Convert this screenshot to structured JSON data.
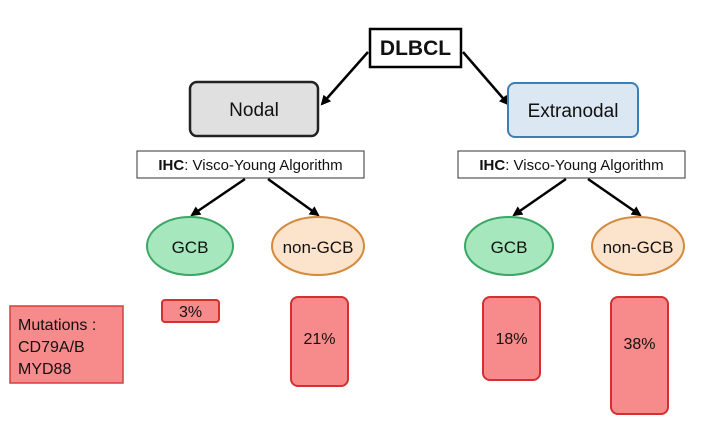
{
  "root": {
    "label": "DLBCL"
  },
  "branches": [
    {
      "label": "Nodal",
      "color": "#e0e0e0",
      "border": "#222222",
      "ihc": {
        "prefix": "IHC",
        "text": ": Visco-Young Algorithm"
      },
      "subtypes": [
        {
          "label": "GCB",
          "fill": "#a6e7bd",
          "stroke": "#3aa764"
        },
        {
          "label": "non-GCB",
          "fill": "#fbe3cc",
          "stroke": "#d48a3c"
        }
      ],
      "mutation_rates": [
        "3%",
        "21%"
      ]
    },
    {
      "label": "Extranodal",
      "color": "#dbe7f3",
      "border": "#3a80b5",
      "ihc": {
        "prefix": "IHC",
        "text": ": Visco-Young Algorithm"
      },
      "subtypes": [
        {
          "label": "GCB",
          "fill": "#a6e7bd",
          "stroke": "#3aa764"
        },
        {
          "label": "non-GCB",
          "fill": "#fbe3cc",
          "stroke": "#d48a3c"
        }
      ],
      "mutation_rates": [
        "18%",
        "38%"
      ]
    }
  ],
  "legend": {
    "lines": [
      "Mutations :",
      "CD79A/B",
      "MYD88"
    ],
    "fill": "#f78a8a",
    "stroke": "#d34040"
  },
  "bar_colors": {
    "fill": "#f78a8a",
    "stroke": "#d33030"
  }
}
